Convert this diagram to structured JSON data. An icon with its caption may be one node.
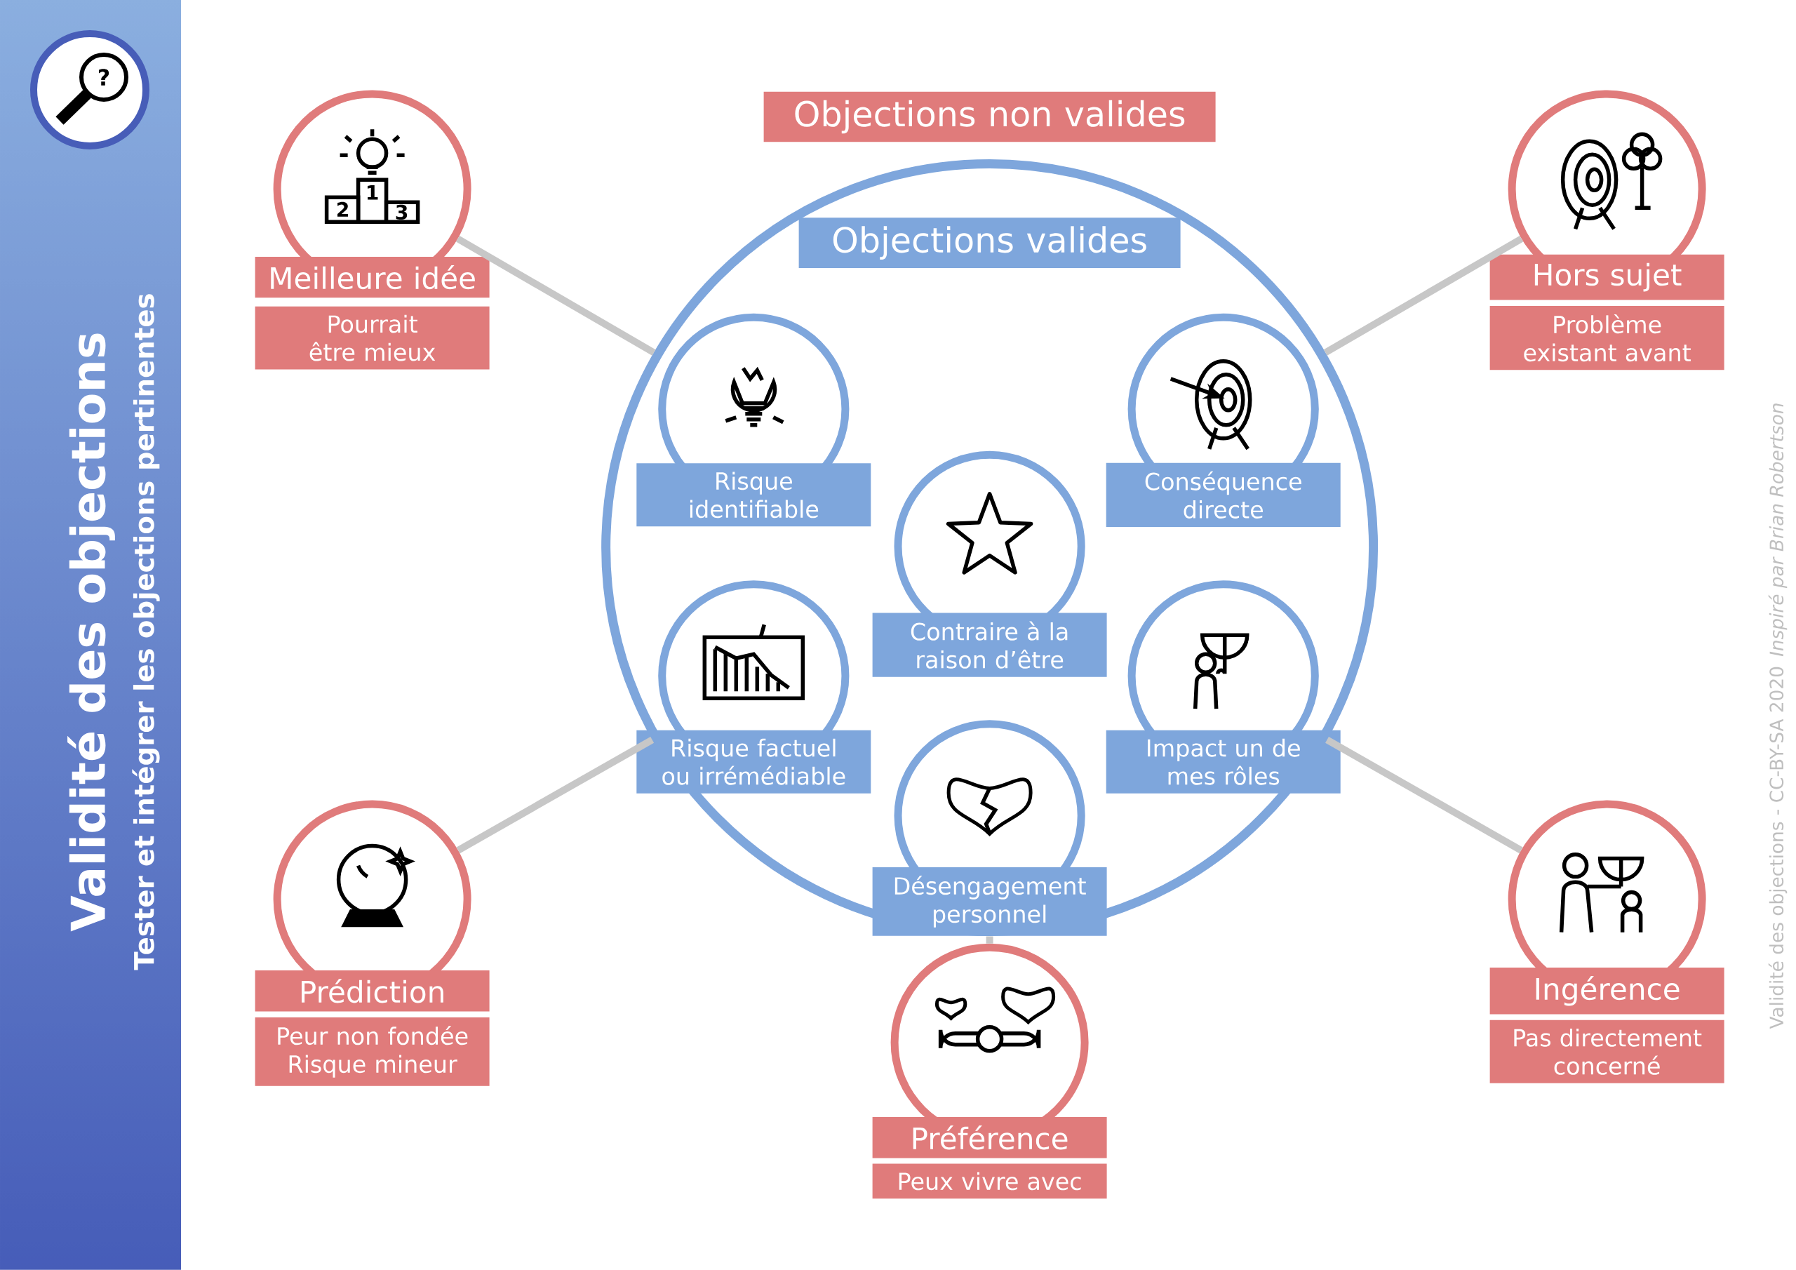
{
  "diagram": {
    "title": "Validité des objections",
    "nodes": [
      {
        "text": [
          "Objections valides"
        ]
      },
      {
        "text": [
          "Objections non valides"
        ]
      },
      {
        "text": [
          "Risque identifiable"
        ],
        "in": 0
      },
      {
        "text": [
          "Conséquence directe"
        ],
        "in": 0
      },
      {
        "text": [
          "Contraire à la raison d’être"
        ],
        "in": 0
      },
      {
        "text": [
          "Risque factuel ou irrémédiable"
        ],
        "in": 0
      },
      {
        "text": [
          "Impact un de mes rôles"
        ],
        "in": 0
      },
      {
        "text": [
          "Désengagement personnel"
        ],
        "in": 0
      },
      {
        "text": [
          "Meilleure idée",
          "Pourrait être mieux"
        ]
      },
      {
        "text": [
          "Hors sujet",
          "Problème existant avant"
        ]
      },
      {
        "text": [
          "Prédiction",
          "Peur non fondée Risque mineur"
        ]
      },
      {
        "text": [
          "Ingérence",
          "Pas directement concerné"
        ]
      },
      {
        "text": [
          "Préférence",
          "Peux vivre avec"
        ]
      }
    ],
    "edges": [
      {
        "from": 8,
        "to": 0,
        "arrow": "none"
      },
      {
        "from": 9,
        "to": 0,
        "arrow": "none"
      },
      {
        "from": 10,
        "to": 0,
        "arrow": "none"
      },
      {
        "from": 11,
        "to": 0,
        "arrow": "none"
      },
      {
        "from": 12,
        "to": 7,
        "arrow": "none"
      }
    ],
    "labels": [
      "Tester et intégrer les objections pertinentes",
      "?",
      "1",
      "2",
      "3",
      "Validité des objections - CC-BY-SA 2020",
      "Inspiré par Brian Robertson"
    ]
  }
}
